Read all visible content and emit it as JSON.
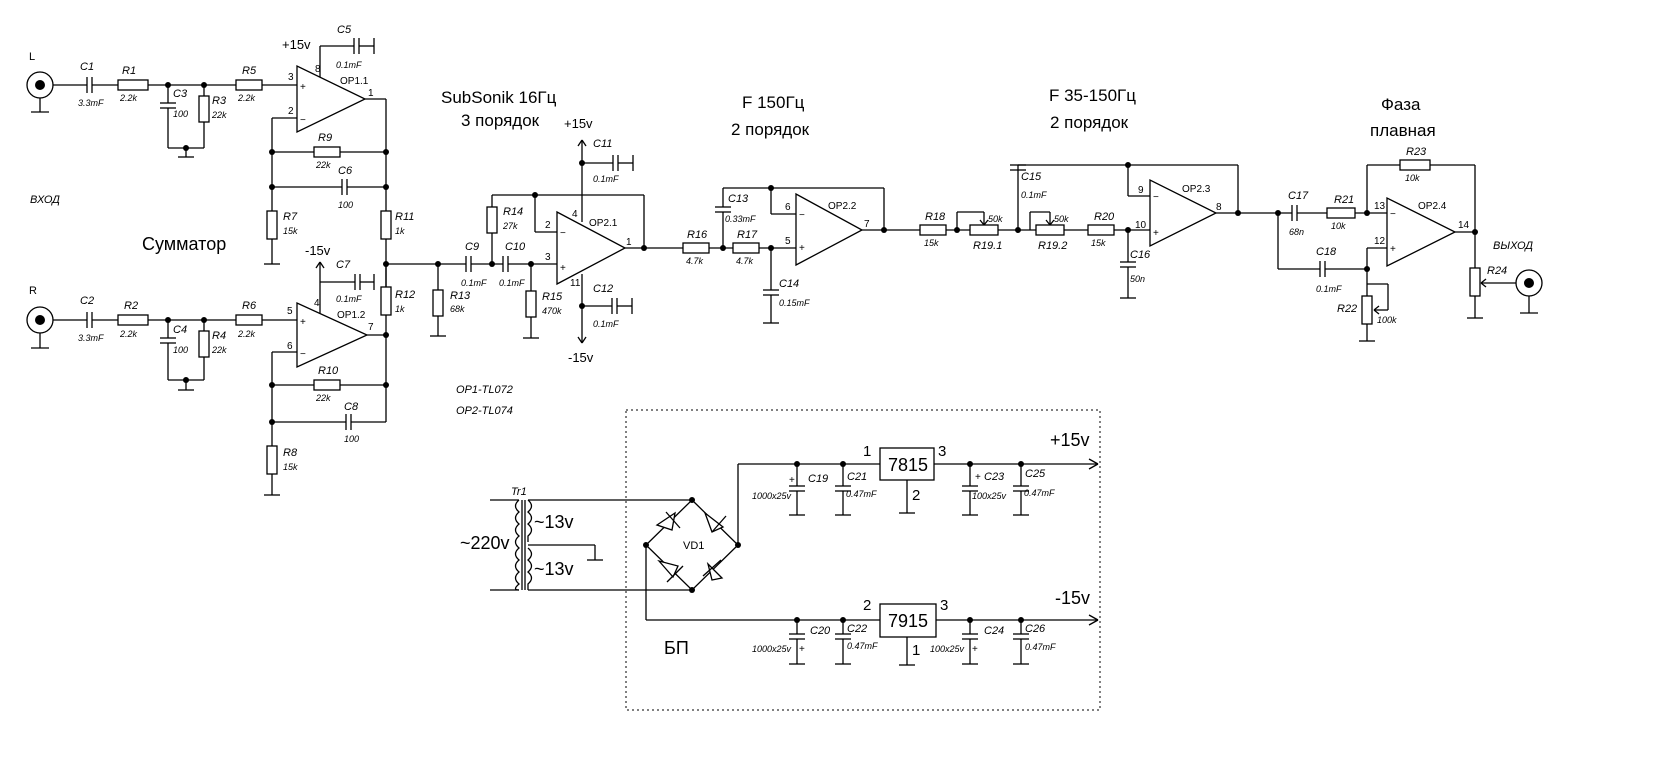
{
  "titles": {
    "summator": "Сумматор",
    "subsonic_1": "SubSonik 16Гц",
    "subsonic_2": "3 порядок",
    "f150_1": "F 150Гц",
    "f150_2": "2 порядок",
    "f35_1": "F 35-150Гц",
    "f35_2": "2 порядок",
    "phase_1": "Фаза",
    "phase_2": "плавная",
    "input": "ВХОД",
    "output": "ВЫХОД",
    "op_types_1": "OP1-TL072",
    "op_types_2": "OP2-TL074",
    "psu": "БП"
  },
  "connectors": {
    "left": "L",
    "right": "R"
  },
  "rails": {
    "plus15": "+15v",
    "minus15": "-15v"
  },
  "components": {
    "C1": {
      "ref": "C1",
      "val": "3.3mF"
    },
    "C2": {
      "ref": "C2",
      "val": "3.3mF"
    },
    "R1": {
      "ref": "R1",
      "val": "2.2k"
    },
    "R2": {
      "ref": "R2",
      "val": "2.2k"
    },
    "C3": {
      "ref": "C3",
      "val": "100"
    },
    "C4": {
      "ref": "C4",
      "val": "100"
    },
    "R3": {
      "ref": "R3",
      "val": "22k"
    },
    "R4": {
      "ref": "R4",
      "val": "22k"
    },
    "R5": {
      "ref": "R5",
      "val": "2.2k"
    },
    "R6": {
      "ref": "R6",
      "val": "2.2k"
    },
    "C5": {
      "ref": "C5",
      "val": "0.1mF"
    },
    "C7": {
      "ref": "C7",
      "val": "0.1mF"
    },
    "R9": {
      "ref": "R9",
      "val": "22k"
    },
    "R10": {
      "ref": "R10",
      "val": "22k"
    },
    "C6": {
      "ref": "C6",
      "val": "100"
    },
    "C8": {
      "ref": "C8",
      "val": "100"
    },
    "R7": {
      "ref": "R7",
      "val": "15k"
    },
    "R8": {
      "ref": "R8",
      "val": "15k"
    },
    "R11": {
      "ref": "R11",
      "val": "1k"
    },
    "R12": {
      "ref": "R12",
      "val": "1k"
    },
    "R13": {
      "ref": "R13",
      "val": "68k"
    },
    "C9": {
      "ref": "C9",
      "val": "0.1mF"
    },
    "C10": {
      "ref": "C10",
      "val": "0.1mF"
    },
    "R14": {
      "ref": "R14",
      "val": "27k"
    },
    "R15": {
      "ref": "R15",
      "val": "470k"
    },
    "C11": {
      "ref": "C11",
      "val": "0.1mF"
    },
    "C12": {
      "ref": "C12",
      "val": "0.1mF"
    },
    "R16": {
      "ref": "R16",
      "val": "4.7k"
    },
    "R17": {
      "ref": "R17",
      "val": "4.7k"
    },
    "C13": {
      "ref": "C13",
      "val": "0.33mF"
    },
    "C14": {
      "ref": "C14",
      "val": "0.15mF"
    },
    "R18": {
      "ref": "R18",
      "val": "15k"
    },
    "R19_1": {
      "ref": "R19.1",
      "val": "50k"
    },
    "R19_2": {
      "ref": "R19.2",
      "val": "50k"
    },
    "R20": {
      "ref": "R20",
      "val": "15k"
    },
    "C15": {
      "ref": "C15",
      "val": "0.1mF"
    },
    "C16": {
      "ref": "C16",
      "val": "50n"
    },
    "C17": {
      "ref": "C17",
      "val": "68n"
    },
    "C18": {
      "ref": "C18",
      "val": "0.1mF"
    },
    "R21": {
      "ref": "R21",
      "val": "10k"
    },
    "R23": {
      "ref": "R23",
      "val": "10k"
    },
    "R22": {
      "ref": "R22",
      "val": "100k"
    },
    "R24": {
      "ref": "R24",
      "val": ""
    },
    "C19": {
      "ref": "C19",
      "val": "1000x25v"
    },
    "C20": {
      "ref": "C20",
      "val": "1000x25v"
    },
    "C21": {
      "ref": "C21",
      "val": "0.47mF"
    },
    "C22": {
      "ref": "C22",
      "val": "0.47mF"
    },
    "C23": {
      "ref": "C23",
      "val": "100x25v"
    },
    "C24": {
      "ref": "C24",
      "val": "100x25v"
    },
    "C25": {
      "ref": "C25",
      "val": "0.47mF"
    },
    "C26": {
      "ref": "C26",
      "val": "0.47mF"
    }
  },
  "opamps": {
    "op11": {
      "ref": "OP1.1",
      "p_plus": "3",
      "p_minus": "2",
      "p_out": "1",
      "p_vcc": "8"
    },
    "op12": {
      "ref": "OP1.2",
      "p_plus": "5",
      "p_minus": "6",
      "p_out": "7",
      "p_vcc": "4"
    },
    "op21": {
      "ref": "OP2.1",
      "p_plus": "3",
      "p_minus": "2",
      "p_out": "1",
      "p_vcc": "4",
      "p_vee": "11"
    },
    "op22": {
      "ref": "OP2.2",
      "p_plus": "5",
      "p_minus": "6",
      "p_out": "7"
    },
    "op23": {
      "ref": "OP2.3",
      "p_plus": "10",
      "p_minus": "9",
      "p_out": "8"
    },
    "op24": {
      "ref": "OP2.4",
      "p_plus": "12",
      "p_minus": "13",
      "p_out": "14"
    }
  },
  "psu": {
    "transformer": "Tr1",
    "mains": "~220v",
    "sec1": "~13v",
    "sec2": "~13v",
    "bridge": "VD1",
    "reg_pos": {
      "name": "7815",
      "pin1": "1",
      "pin2": "2",
      "pin3": "3"
    },
    "reg_neg": {
      "name": "7915",
      "pin1": "1",
      "pin2": "2",
      "pin3": "3"
    },
    "plus": "+",
    "out_pos": "+15v",
    "out_neg": "-15v"
  }
}
